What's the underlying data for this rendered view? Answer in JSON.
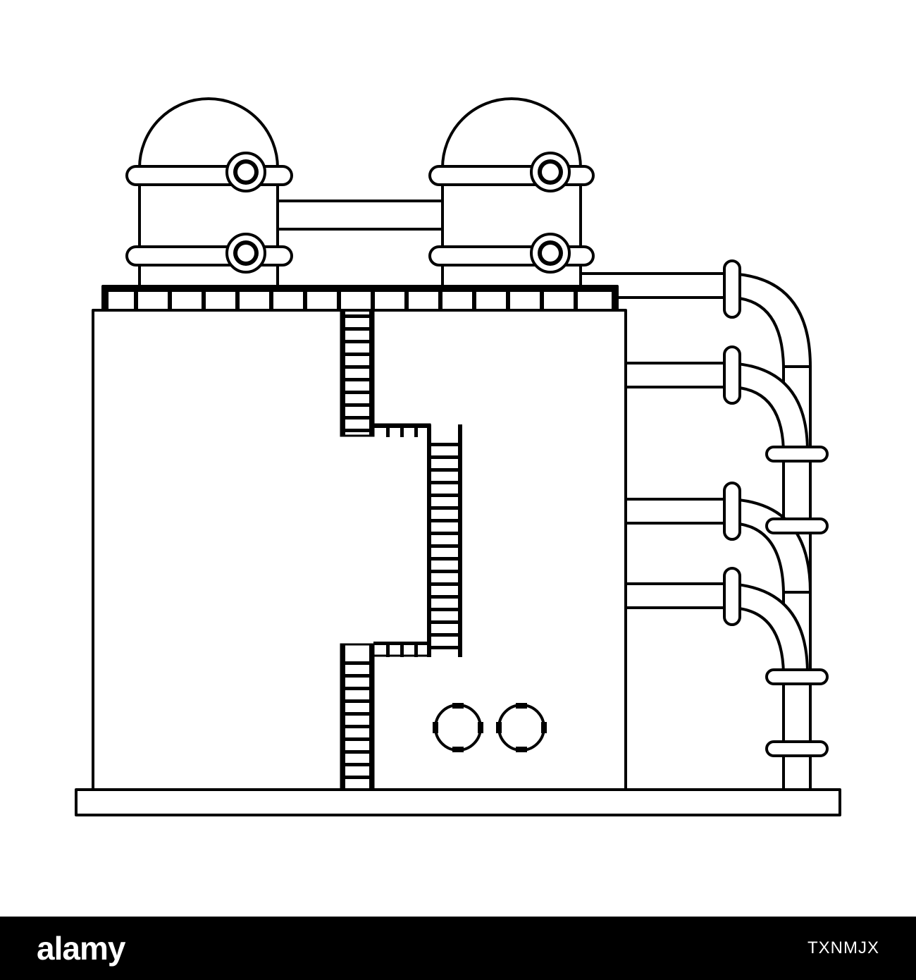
{
  "illustration": {
    "subject": "storage-tank-with-pipes",
    "line_color": "#000000",
    "fill_color": "#ffffff"
  },
  "footer": {
    "brand": "alamy",
    "image_code": "TXNMJX",
    "background": "#000000",
    "text_color": "#ffffff"
  }
}
